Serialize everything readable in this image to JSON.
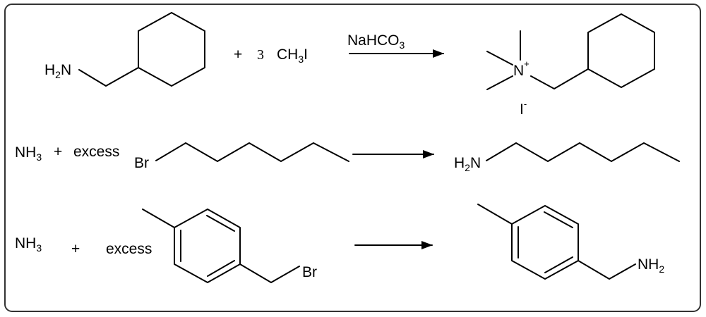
{
  "reactions": [
    {
      "reactant": {
        "amine_prefix": "H",
        "amine_sub": "2",
        "amine_suffix": "N"
      },
      "plus": "+",
      "coefficient": "3",
      "reagent": {
        "prefix": "CH",
        "sub": "3",
        "suffix": "I"
      },
      "conditions": {
        "prefix": "NaHCO",
        "sub": "3"
      },
      "product": {
        "cation": "N",
        "cation_charge": "+",
        "anion": "I",
        "anion_charge": "-"
      }
    },
    {
      "reactant_nh3": {
        "prefix": "NH",
        "sub": "3"
      },
      "plus": "+",
      "excess": "excess",
      "halide_atom": "Br",
      "product": {
        "amine_prefix": "H",
        "amine_sub": "2",
        "amine_suffix": "N"
      }
    },
    {
      "reactant_nh3": {
        "prefix": "NH",
        "sub": "3"
      },
      "plus": "+",
      "excess": "excess",
      "halide_atom": "Br",
      "product": {
        "amine_prefix": "NH",
        "amine_sub": "2"
      }
    }
  ],
  "colors": {
    "ink": "#000000",
    "frame": "#333333",
    "background": "#ffffff"
  }
}
